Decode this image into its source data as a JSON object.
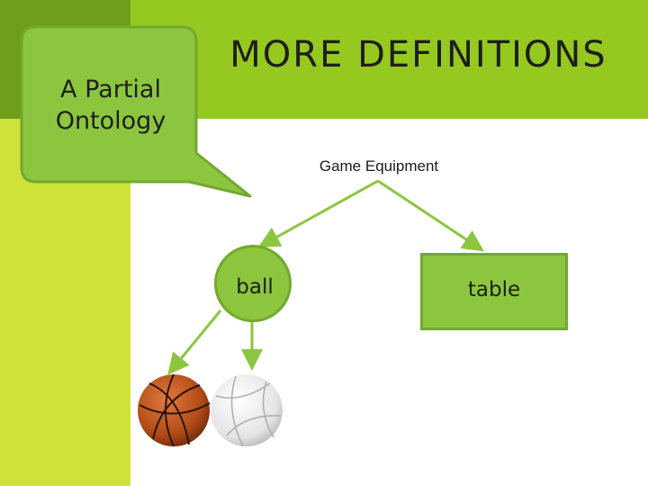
{
  "slide": {
    "title": "MORE DEFINITIONS",
    "callout_text": "A Partial Ontology"
  },
  "diagram": {
    "root": "Game Equipment",
    "children": [
      "ball",
      "table"
    ],
    "ball_images": [
      "basketball",
      "volleyball"
    ]
  },
  "colors": {
    "header_green": "#96c91f",
    "sidebar_lime": "#cfe23a",
    "node_green": "#8cc63f",
    "node_border": "#74a82f",
    "arrow_green": "#8cc63f"
  }
}
